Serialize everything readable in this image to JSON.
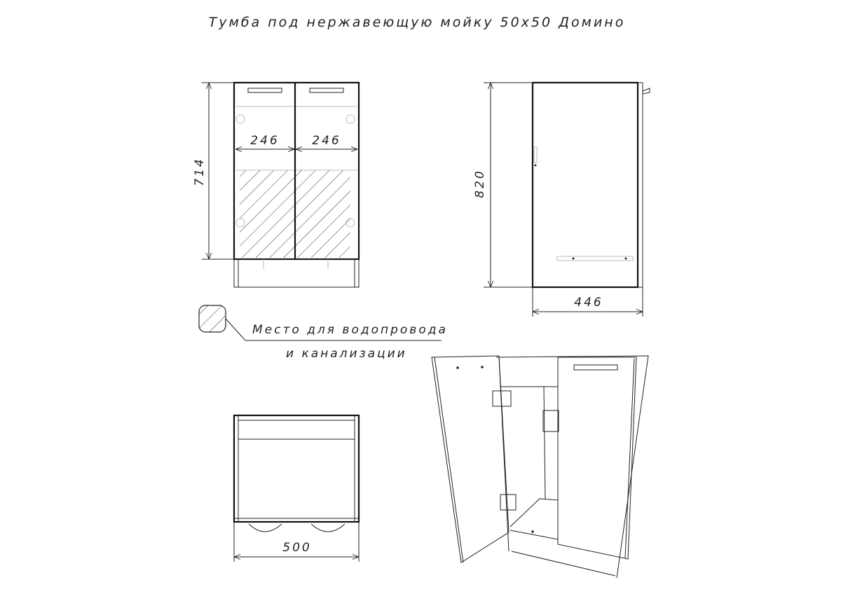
{
  "title": "Тумба под нержавеющую мойку 50х50 Домино",
  "front_view": {
    "height_dim": "714",
    "door_width_left": "246",
    "door_width_right": "246"
  },
  "side_view": {
    "height_dim": "820",
    "depth_dim": "446"
  },
  "legend": {
    "line1": "Место для водопровода",
    "line2": "и канализации"
  },
  "top_view": {
    "width_dim": "500"
  }
}
